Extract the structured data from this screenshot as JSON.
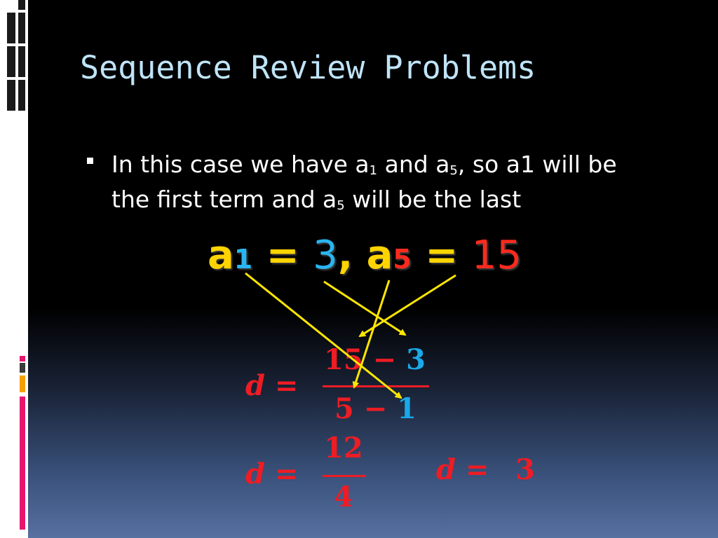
{
  "slide": {
    "title": "Sequence Review Problems",
    "bullet": {
      "line1_pre": "In this case we have a",
      "line1_sub1": "1",
      "line1_mid": " and a",
      "line1_sub2": "5",
      "line1_post": ", so a1 will be",
      "line2_pre": "the first term and a",
      "line2_sub": "5",
      "line2_post": " will be the last"
    },
    "equation": {
      "a_letter": "a",
      "sub1": "1",
      "equals": "=",
      "first_value": "3",
      "comma": ",",
      "sub5": "5",
      "last_value": "15"
    },
    "formula1": {
      "lhs": "d =",
      "num_a": "15",
      "minus": "−",
      "num_b": "3",
      "den_a": "5",
      "den_b": "1"
    },
    "formula2": {
      "lhs": "d =",
      "num": "12",
      "den": "4"
    },
    "result": {
      "lhs": "d =",
      "value": "3"
    }
  },
  "colors": {
    "title": "#bfe4f8",
    "yellow": "#ffd400",
    "blue": "#29b6f0",
    "red": "#ee1c24",
    "arrow": "#ffe600"
  }
}
